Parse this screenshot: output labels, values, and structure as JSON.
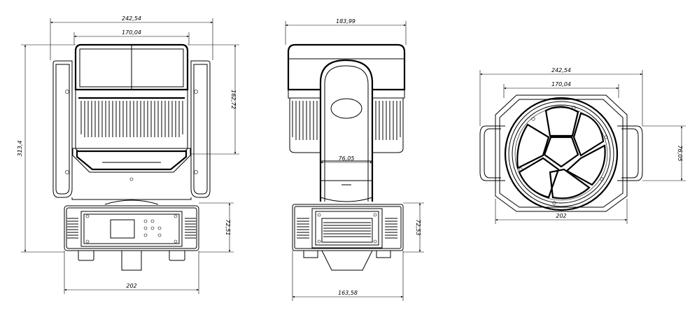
{
  "views": {
    "front": {
      "width_top": "242,54",
      "width_head": "170,04",
      "height_total": "313,4",
      "height_head": "162,72",
      "base_height": "72,51",
      "base_width": "202"
    },
    "side": {
      "width_top": "183,99",
      "arm_width": "76,05",
      "base_height": "72,53",
      "base_width": "163,58"
    },
    "top": {
      "width_top": "242,54",
      "width_head": "170,04",
      "arm_width": "76,05",
      "base_width": "202"
    }
  },
  "colors": {
    "line": "#000000",
    "background": "#ffffff"
  }
}
